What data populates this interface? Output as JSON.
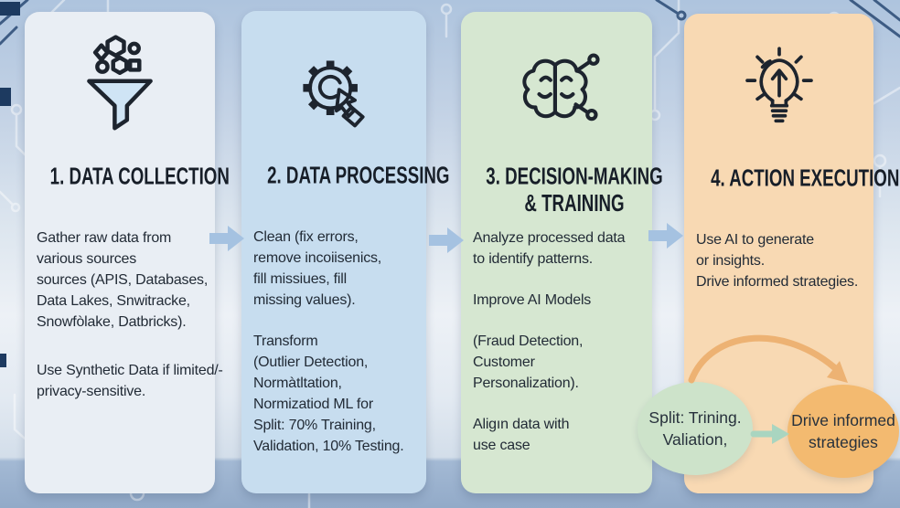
{
  "panels": [
    {
      "title": "1. DATA COLLECTION",
      "icon": "funnel-icon",
      "paragraphs": [
        "Gather raw data from\nvarious sources\nsources (APIS, Databases,\nData Lakes, Snwitracke,\nSnowfòlake, Datbricks).",
        "Use Synthetic Data if limited/-\nprivacy-sensitive."
      ]
    },
    {
      "title": "2. DATA PROCESSING",
      "icon": "gear-hand-icon",
      "paragraphs": [
        "Clean (fix errors,\nremove incoiisenics,\nfill missiues, fill\nmissing values).",
        "Transform\n(Outlier Detection,\nNormàtltation,\nNormizatiod ML for\nSplit: 70% Training,\nValidation, 10% Testing."
      ]
    },
    {
      "title": "3. DECISION-MAKING\n& TRAINING",
      "icon": "brain-icon",
      "paragraphs": [
        "Analyze processed data\nto identify patterns.",
        "Improve AI Models",
        "(Fraud Detection,\nCustomer\nPersonalization).",
        "Aligın data with\nuse case"
      ]
    },
    {
      "title": "4. ACTION EXECUTION",
      "icon": "lightbulb-icon",
      "paragraphs": [
        "Use AI to generate\nor insights.\nDrive informed strategies."
      ]
    }
  ],
  "bubbles": [
    {
      "label": "Split: Trining.\nValiation,",
      "color": "#cde3ca"
    },
    {
      "label": "Drive informed\nstrategies",
      "color": "#f3ba70"
    }
  ],
  "colors": {
    "panel_1_bg": "#e9eef4",
    "panel_2_bg": "#c7ddef",
    "panel_3_bg": "#d6e7d1",
    "panel_4_bg": "#f8d9b3",
    "flow_arrow": "#a5c2e1",
    "curved_arrow": "#edb273",
    "straight_arrow": "#a9d5c0",
    "background_top": "#aec4de",
    "background_bottom": "#92aac8",
    "icon_stroke": "#1d242e"
  }
}
